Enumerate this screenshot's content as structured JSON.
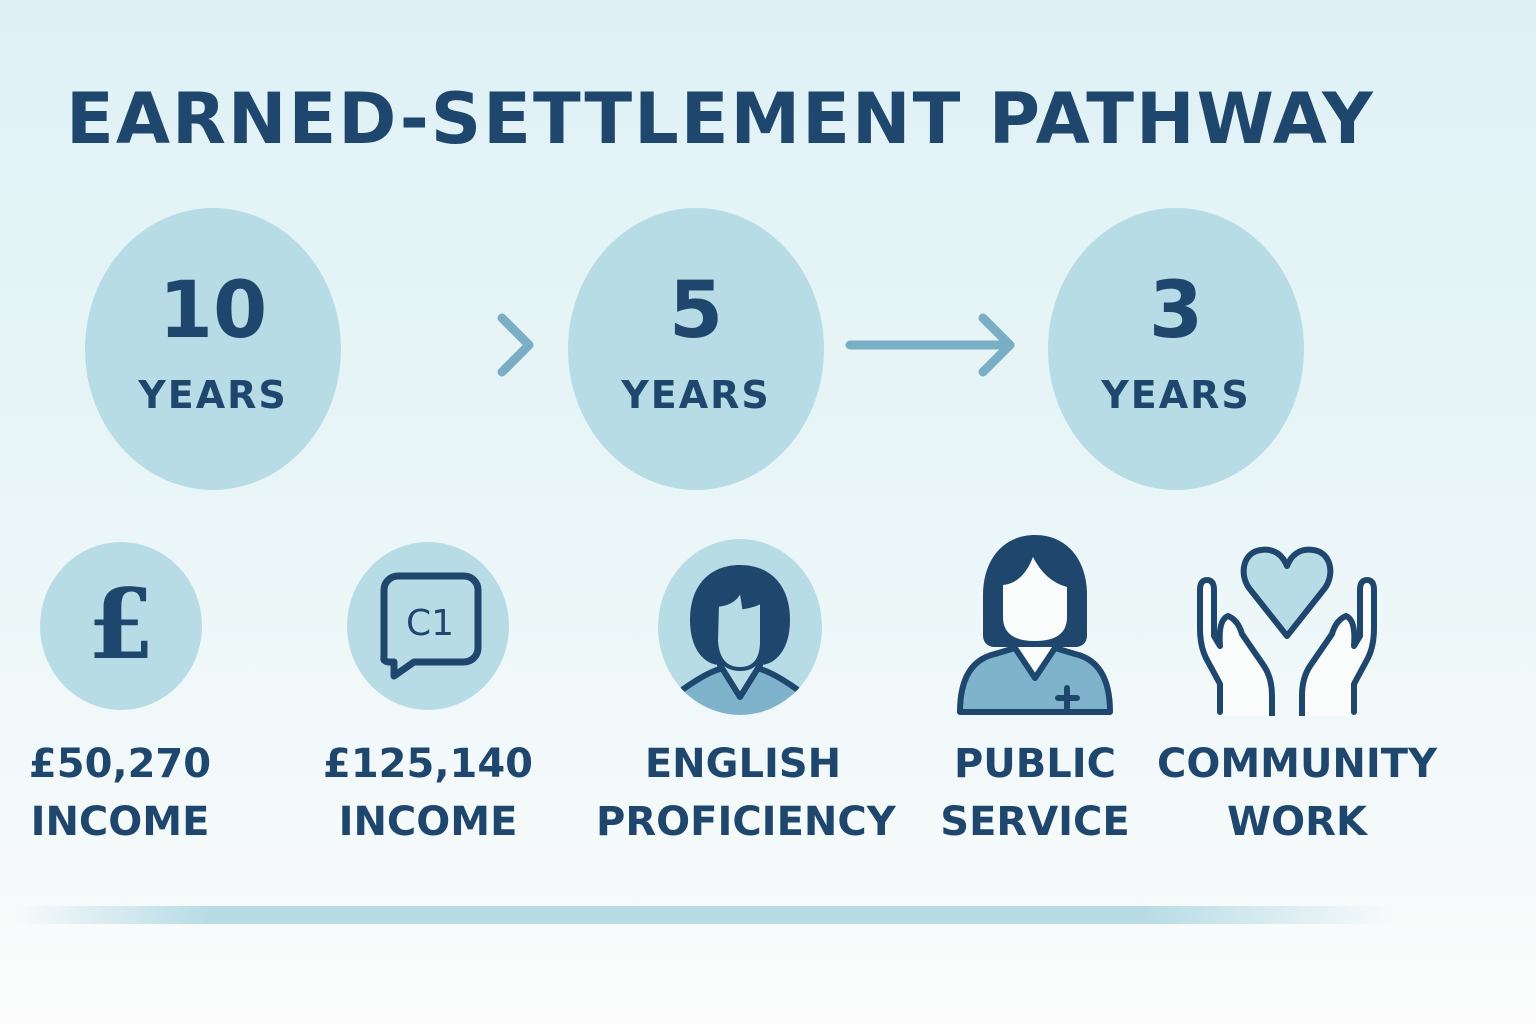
{
  "title": "EARNED-SETTLEMENT PATHWAY",
  "colors": {
    "primary": "#1f476e",
    "circle_fill": "#b8dce6",
    "arrow": "#7aaec4",
    "accent_fill": "#7fb3cc"
  },
  "steps": [
    {
      "number": "10",
      "unit": "YEARS"
    },
    {
      "number": "5",
      "unit": "YEARS"
    },
    {
      "number": "3",
      "unit": "YEARS"
    }
  ],
  "criteria": [
    {
      "icon": "pound-icon",
      "line1": "£50,270",
      "line2": "INCOME"
    },
    {
      "icon": "speech-bubble-c1-icon",
      "icon_text": "C1",
      "line1": "£125,140",
      "line2": "INCOME"
    },
    {
      "icon": "person-avatar-icon",
      "line1": "ENGLISH",
      "line2": "PROFICIENCY"
    },
    {
      "icon": "nurse-icon",
      "line1": "PUBLIC",
      "line2": "SERVICE"
    },
    {
      "icon": "hands-heart-icon",
      "line1": "COMMUNITY",
      "line2": "WORK"
    }
  ]
}
